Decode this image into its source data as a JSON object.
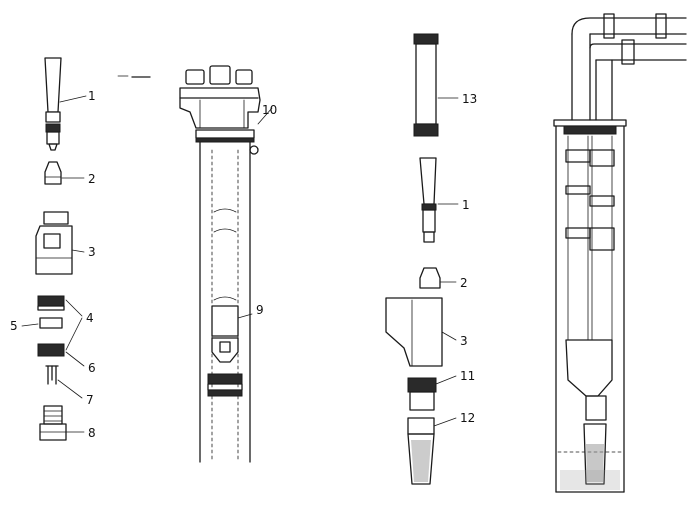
{
  "labels": {
    "left_nozzle": "1",
    "left_tip": "2",
    "left_body": "3",
    "left_fitting": "4",
    "left_insert": "5",
    "left_nut": "6",
    "left_clip": "7",
    "left_adapter": "8",
    "left_pipe_joint": "9",
    "left_head": "10",
    "right_coupling": "11",
    "right_strainer": "12",
    "right_pipe": "13",
    "right_nozzle": "1",
    "right_tip": "2",
    "right_body": "3"
  },
  "colors": {
    "ink": "#1a1a1a",
    "paper": "#ffffff",
    "shade": "#9a9a9a"
  }
}
